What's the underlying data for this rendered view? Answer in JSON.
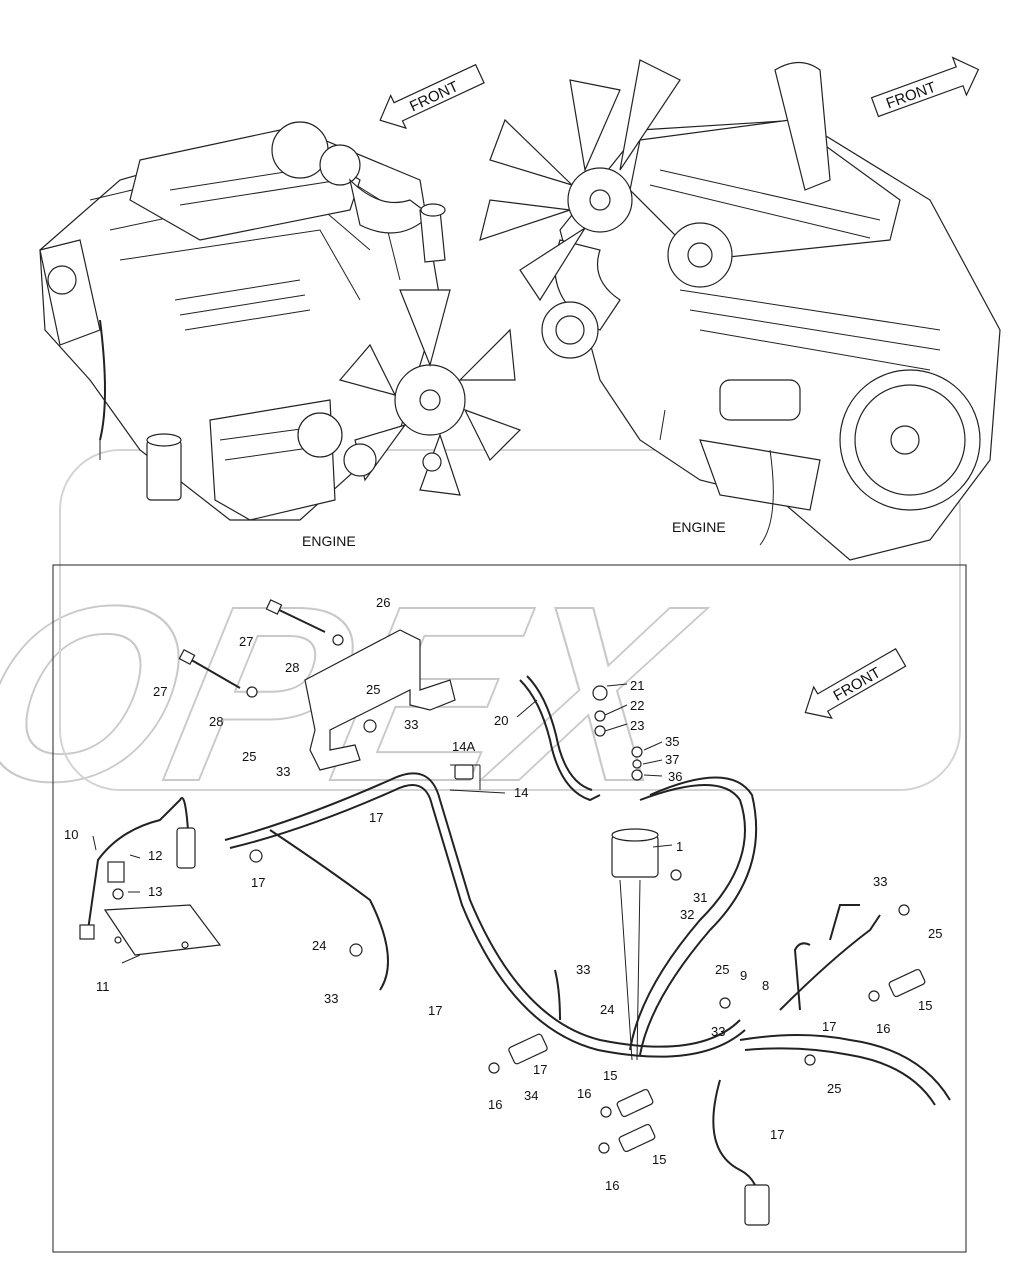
{
  "top_mark": "",
  "engine_left": {
    "caption": "ENGINE",
    "front": "FRONT"
  },
  "engine_right": {
    "caption": "ENGINE",
    "front": "FRONT"
  },
  "watermark": "OPEX",
  "detail_front": "FRONT",
  "callouts": {
    "c1": "1",
    "c8": "8",
    "c9": "9",
    "c10": "10",
    "c11": "11",
    "c12": "12",
    "c13": "13",
    "c14": "14",
    "c14a": "14A",
    "c15a": "15",
    "c15b": "15",
    "c15c": "15",
    "c16a": "16",
    "c16b": "16",
    "c16c": "16",
    "c16d": "16",
    "c17a": "17",
    "c17b": "17",
    "c17c": "17",
    "c17d": "17",
    "c17e": "17",
    "c17f": "17",
    "c20": "20",
    "c21": "21",
    "c22": "22",
    "c23": "23",
    "c24a": "24",
    "c24b": "24",
    "c25a": "25",
    "c25b": "25",
    "c25c": "25",
    "c25d": "25",
    "c25e": "25",
    "c26": "26",
    "c27a": "27",
    "c27b": "27",
    "c28a": "28",
    "c28b": "28",
    "c31": "31",
    "c32": "32",
    "c33a": "33",
    "c33b": "33",
    "c33c": "33",
    "c33d": "33",
    "c33e": "33",
    "c33f": "33",
    "c34": "34",
    "c35": "35",
    "c36": "36",
    "c37": "37"
  }
}
